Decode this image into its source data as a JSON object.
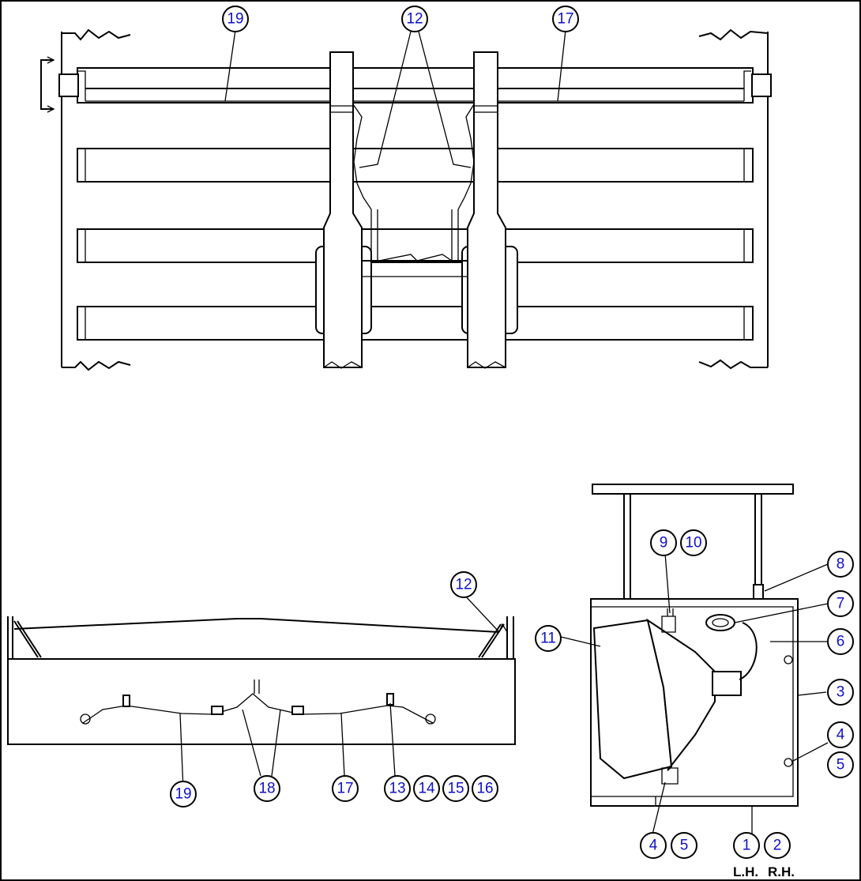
{
  "callouts": [
    {
      "id": "c-top-19",
      "label": "19"
    },
    {
      "id": "c-top-12",
      "label": "12"
    },
    {
      "id": "c-top-17",
      "label": "17"
    },
    {
      "id": "c-side-12",
      "label": "12"
    },
    {
      "id": "c-side-19",
      "label": "19"
    },
    {
      "id": "c-side-18",
      "label": "18"
    },
    {
      "id": "c-side-17",
      "label": "17"
    },
    {
      "id": "c-side-13",
      "label": "13"
    },
    {
      "id": "c-side-14",
      "label": "14"
    },
    {
      "id": "c-side-15",
      "label": "15"
    },
    {
      "id": "c-side-16",
      "label": "16"
    },
    {
      "id": "c-lamp-9",
      "label": "9"
    },
    {
      "id": "c-lamp-10",
      "label": "10"
    },
    {
      "id": "c-lamp-8",
      "label": "8"
    },
    {
      "id": "c-lamp-7",
      "label": "7"
    },
    {
      "id": "c-lamp-6",
      "label": "6"
    },
    {
      "id": "c-lamp-11",
      "label": "11"
    },
    {
      "id": "c-lamp-3",
      "label": "3"
    },
    {
      "id": "c-lamp-4r",
      "label": "4"
    },
    {
      "id": "c-lamp-5r",
      "label": "5"
    },
    {
      "id": "c-lamp-4b",
      "label": "4"
    },
    {
      "id": "c-lamp-5b",
      "label": "5"
    },
    {
      "id": "c-lamp-1",
      "label": "1"
    },
    {
      "id": "c-lamp-2",
      "label": "2"
    }
  ],
  "side_labels": {
    "left": "L.H.",
    "right": "R.H."
  }
}
